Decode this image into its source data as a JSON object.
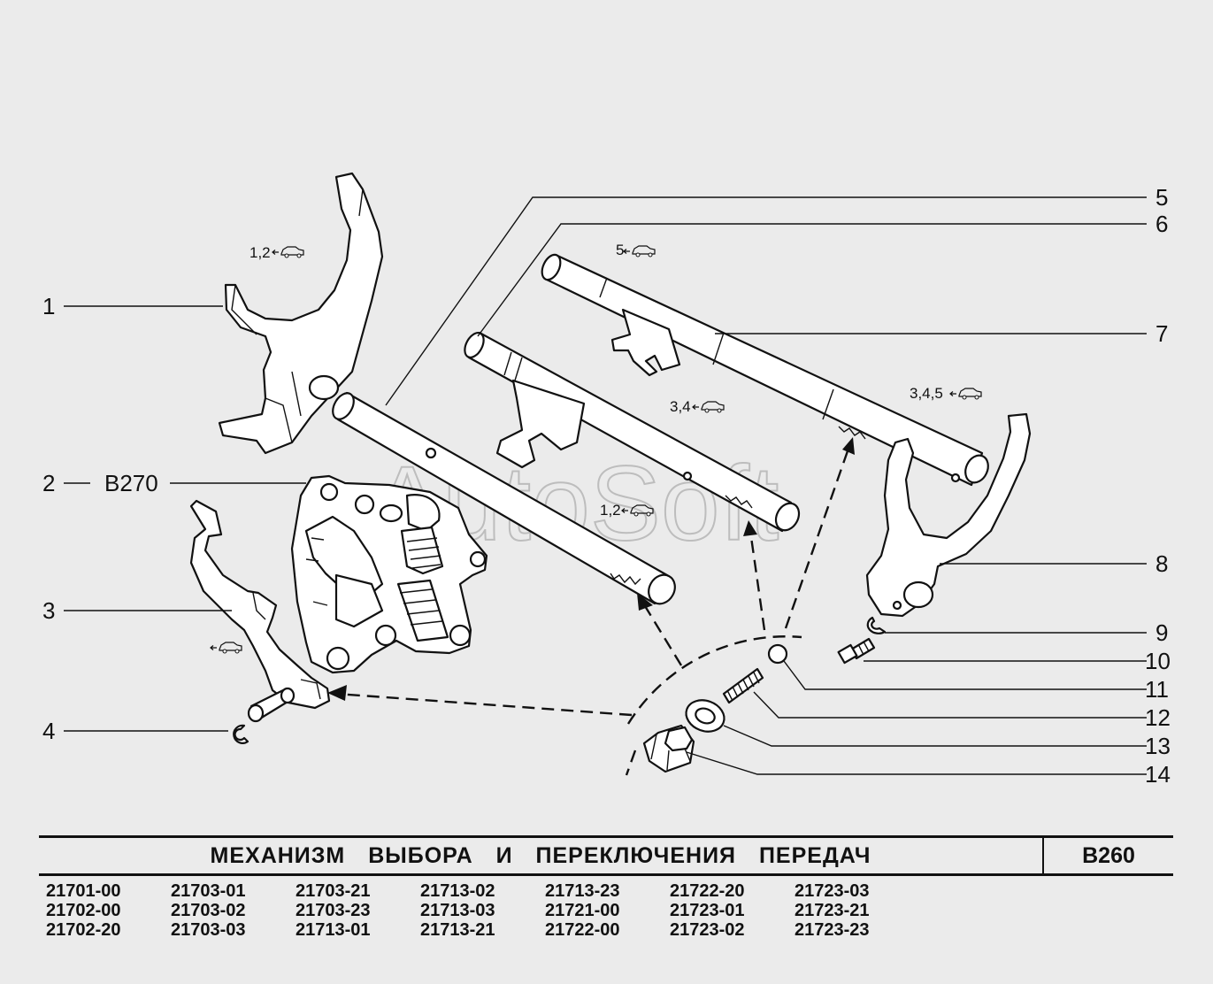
{
  "watermark": "AutoSoft",
  "callouts": [
    {
      "number": "1"
    },
    {
      "number": "2",
      "ref": "B270"
    },
    {
      "number": "3"
    },
    {
      "number": "4"
    },
    {
      "number": "5"
    },
    {
      "number": "6"
    },
    {
      "number": "7"
    },
    {
      "number": "8"
    },
    {
      "number": "9"
    },
    {
      "number": "10"
    },
    {
      "number": "11"
    },
    {
      "number": "12"
    },
    {
      "number": "13"
    },
    {
      "number": "14"
    }
  ],
  "gear_notes": {
    "fork_1": "1,2",
    "rod_5": "1,2",
    "rod_6": "3,4",
    "rod_7": "5",
    "fork_8": "3,4,5"
  },
  "icons": [
    "reverse-car-icon"
  ],
  "title": "МЕХАНИЗМ ВЫБОРА И ПЕРЕКЛЮЧЕНИЯ ПЕРЕДАЧ",
  "code": "B260",
  "models": [
    [
      "21701-00",
      "21703-01",
      "21703-21",
      "21713-02",
      "21713-23",
      "21722-20",
      "21723-03"
    ],
    [
      "21702-00",
      "21703-02",
      "21703-23",
      "21713-03",
      "21721-00",
      "21723-01",
      "21723-21"
    ],
    [
      "21702-20",
      "21703-03",
      "21713-01",
      "21713-21",
      "21722-00",
      "21723-02",
      "21723-23"
    ]
  ]
}
